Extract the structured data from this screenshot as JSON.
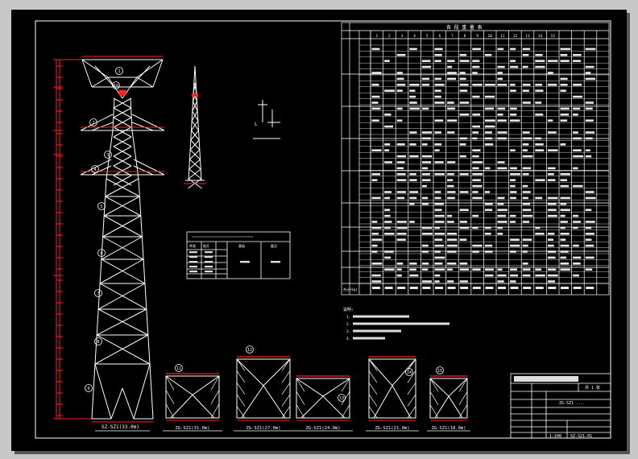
{
  "title_block": {
    "drawing_name": "ZG-SZ1 ...",
    "sheet_code": "SZ-S21-01",
    "scale": "1:100",
    "sheet": "共 1 张"
  },
  "tower_variants": [
    {
      "id": "10",
      "label": "SZ-SZ1(33.0m)"
    },
    {
      "id": "11",
      "label": "ZG-SZ1(31.0m)"
    },
    {
      "id": "12",
      "label": "ZG-SZ1(27.0m)"
    },
    {
      "id": "13",
      "label": "ZG-SZ1(24.0m)"
    },
    {
      "id": "14",
      "label": "ZG-SZ1(21.0m)"
    },
    {
      "id": "15",
      "label": "ZG-SZ1(18.0m)"
    }
  ],
  "main_tower": {
    "label": "SZ-SZ1(33.0m)",
    "section_markers": [
      "1",
      "2",
      "3",
      "4",
      "5",
      "6",
      "7",
      "8",
      "9",
      "10"
    ]
  },
  "bom_table": {
    "title": "各 段 重 量 表",
    "columns": [
      "1",
      "2",
      "3",
      "4",
      "5",
      "6",
      "7",
      "8",
      "9",
      "10",
      "11",
      "12",
      "13",
      "14",
      "15"
    ],
    "total_row_label": "合计(kg)"
  },
  "legend_table": {
    "headers": [
      "呼高",
      "根开",
      "基础",
      "备注"
    ]
  },
  "notes": {
    "heading": "说明:",
    "items": [
      "1.",
      "2.",
      "3.",
      "4."
    ]
  },
  "colors": {
    "line": "#ffffff",
    "dimension": "#ff2020",
    "background": "#000000"
  }
}
